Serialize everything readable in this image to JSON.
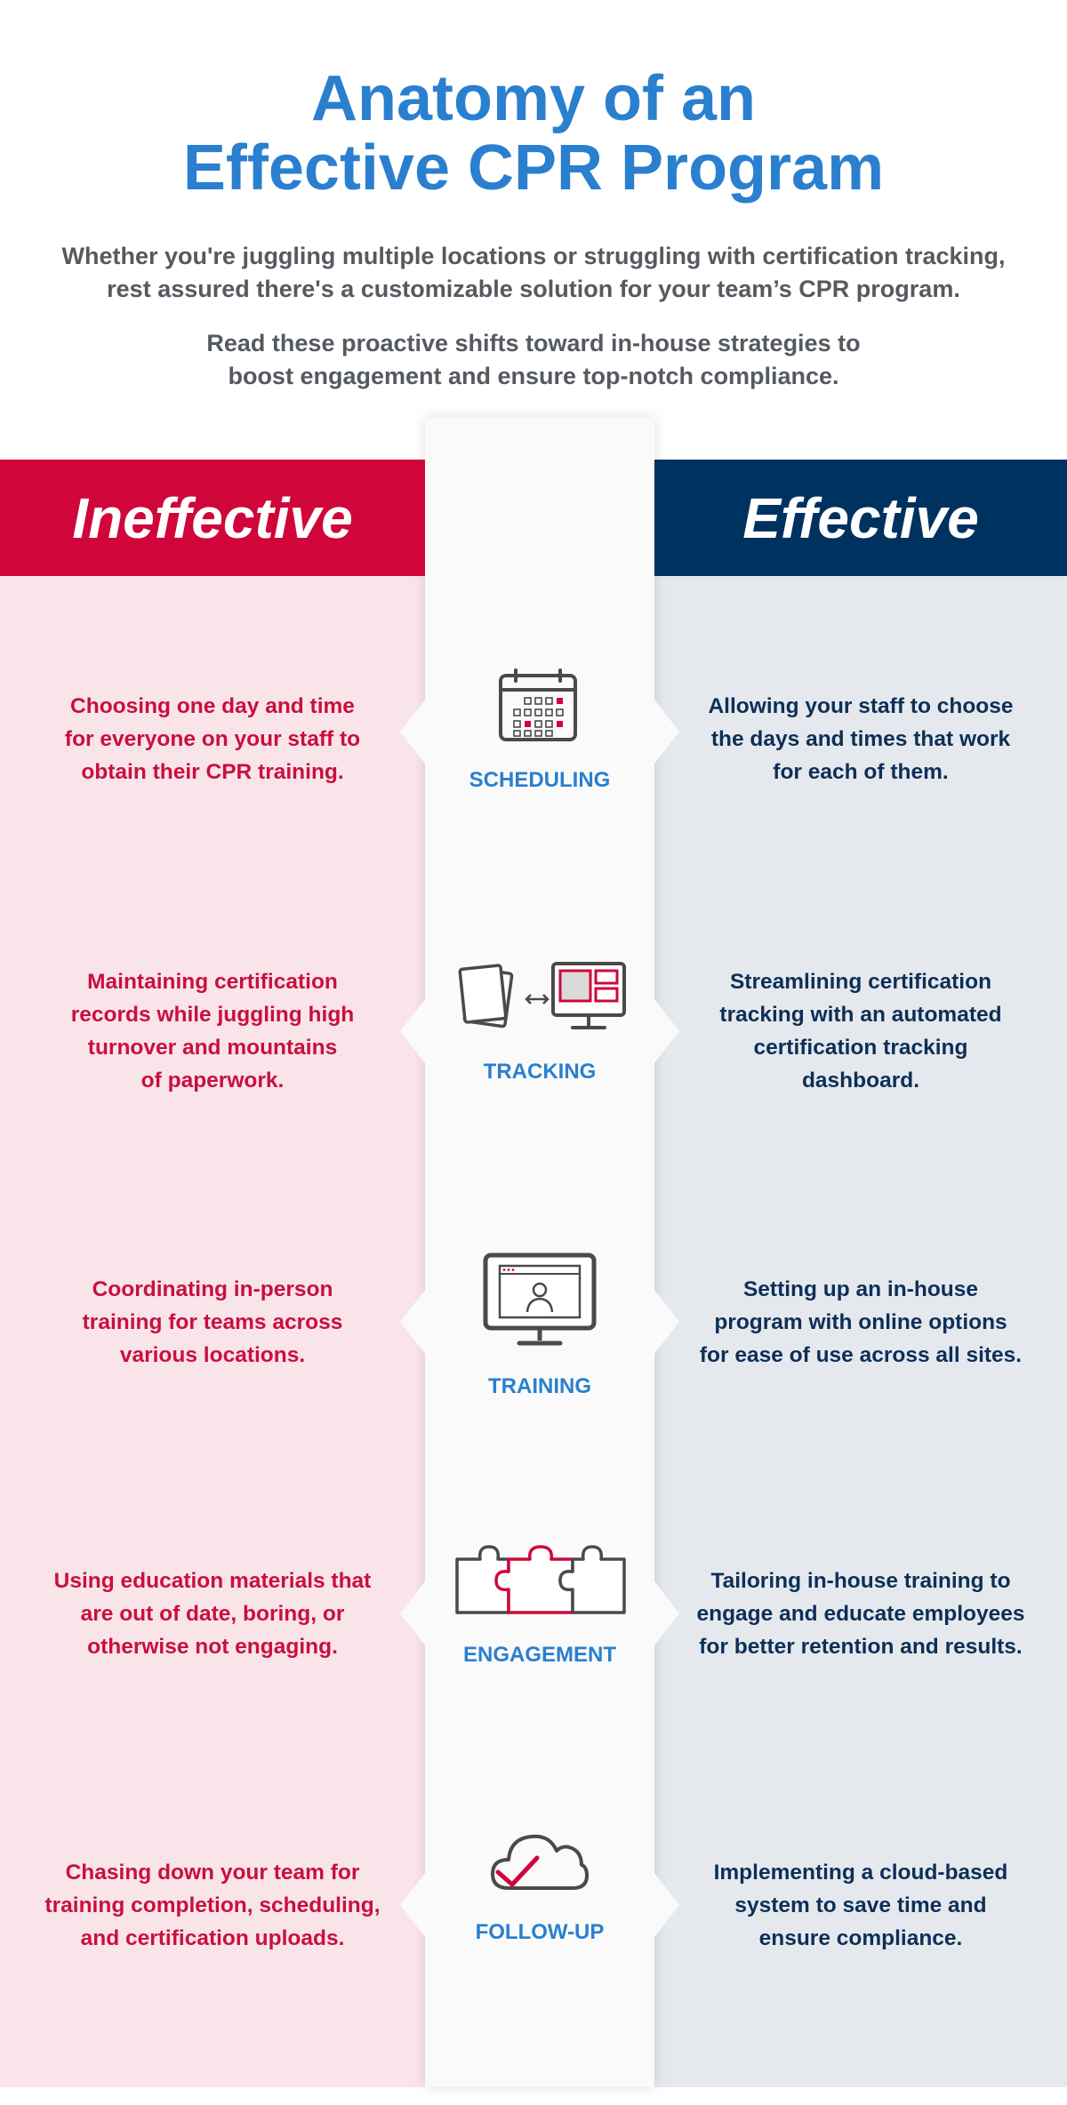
{
  "header": {
    "title_lines": [
      "Anatomy of an",
      "Effective CPR Program"
    ],
    "intro1_lines": [
      "Whether you're juggling multiple locations or struggling with certification tracking,",
      "rest assured there's a customizable solution for your team’s CPR program."
    ],
    "intro2_lines": [
      "Read these proactive shifts toward in-house strategies to",
      "boost engagement and ensure top-notch compliance."
    ]
  },
  "columns": {
    "left_title": "Ineffective",
    "right_title": "Effective"
  },
  "colors": {
    "accent_red": "#d0063a",
    "accent_navy": "#00325f",
    "accent_blue": "#2a7fcf"
  },
  "rows": [
    {
      "label": "SCHEDULING",
      "icon": "calendar-icon",
      "left_lines": [
        "Choosing one day and time",
        "for everyone on your staff to",
        "obtain their CPR training."
      ],
      "right_lines": [
        "Allowing your staff to choose",
        "the days and times that work",
        "for each of them."
      ]
    },
    {
      "label": "TRACKING",
      "icon": "paperwork-to-dashboard-icon",
      "left_lines": [
        "Maintaining certification",
        "records while juggling high",
        "turnover and mountains",
        "of paperwork."
      ],
      "right_lines": [
        "Streamlining certification",
        "tracking with an automated",
        "certification tracking",
        "dashboard."
      ]
    },
    {
      "label": "TRAINING",
      "icon": "online-training-monitor-icon",
      "left_lines": [
        "Coordinating in-person",
        "training for teams across",
        "various locations."
      ],
      "right_lines": [
        "Setting up an in-house",
        "program with online options",
        "for ease of use across all sites."
      ]
    },
    {
      "label": "ENGAGEMENT",
      "icon": "puzzle-pieces-icon",
      "left_lines": [
        "Using education materials that",
        "are out of date, boring, or",
        "otherwise not engaging."
      ],
      "right_lines": [
        "Tailoring in-house training to",
        "engage and educate employees",
        "for better retention and results."
      ]
    },
    {
      "label": "FOLLOW-UP",
      "icon": "cloud-check-icon",
      "left_lines": [
        "Chasing down your team for",
        "training completion, scheduling,",
        "and certification uploads."
      ],
      "right_lines": [
        "Implementing a cloud-based",
        "system to save time and",
        "ensure compliance."
      ]
    }
  ]
}
